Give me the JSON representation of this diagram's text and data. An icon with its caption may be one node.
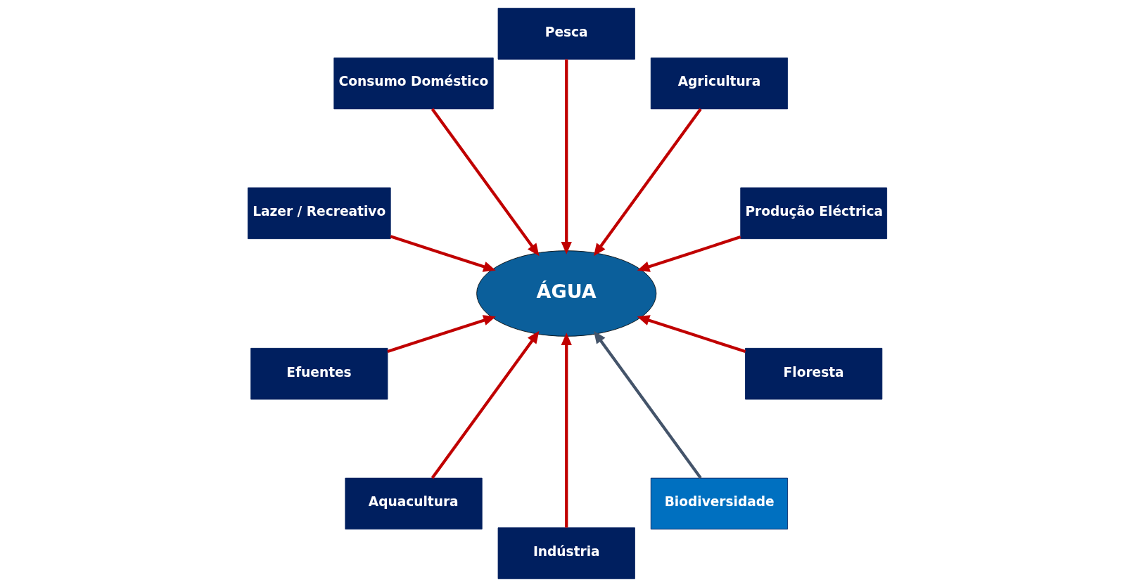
{
  "diagram": {
    "nodes": [
      {
        "text": [
          "Produção Eléctrica"
        ]
      },
      {
        "text": [
          "Agricultura"
        ]
      },
      {
        "text": [
          "Pesca"
        ]
      },
      {
        "text": [
          "Consumo Doméstico"
        ]
      },
      {
        "text": [
          "Lazer / Recreativo"
        ]
      },
      {
        "text": [
          "ÁGUA"
        ]
      },
      {
        "text": [
          "Efuentes"
        ]
      },
      {
        "text": [
          "Aquacultura"
        ]
      },
      {
        "text": [
          "Indústria"
        ]
      },
      {
        "text": [
          "Biodiversidade"
        ]
      },
      {
        "text": [
          "Floresta"
        ]
      }
    ],
    "edges": [
      {
        "from": 0,
        "to": 5,
        "arrow": "to"
      },
      {
        "from": 1,
        "to": 5,
        "arrow": "to"
      },
      {
        "from": 2,
        "to": 5,
        "arrow": "to"
      },
      {
        "from": 3,
        "to": 5,
        "arrow": "to"
      },
      {
        "from": 4,
        "to": 5,
        "arrow": "to"
      },
      {
        "from": 6,
        "to": 5,
        "arrow": "to"
      },
      {
        "from": 7,
        "to": 5,
        "arrow": "to"
      },
      {
        "from": 8,
        "to": 5,
        "arrow": "to"
      },
      {
        "from": 9,
        "to": 5,
        "arrow": "to",
        "color": "#44546a"
      },
      {
        "from": 10,
        "to": 5,
        "arrow": "to"
      }
    ]
  }
}
